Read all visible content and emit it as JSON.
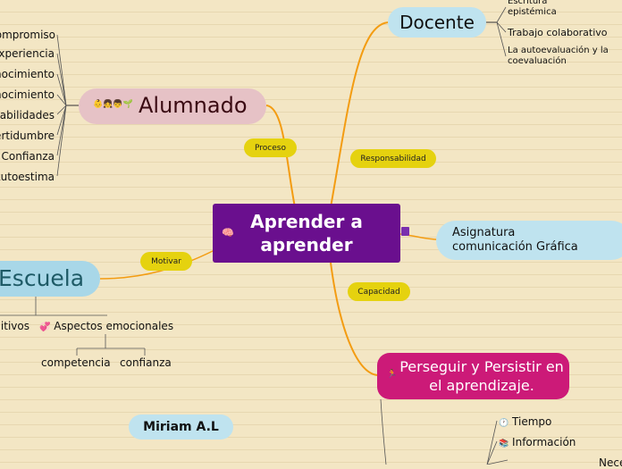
{
  "central": {
    "title": "Aprender a aprender"
  },
  "alumnado": {
    "label": "Alumnado",
    "icons": "👶👧👦🌱",
    "items": [
      "Compromiso",
      "Experiencia",
      "Conocimiento",
      "Conocimiento",
      "Habilidades",
      "Incertidumbre",
      "Confianza",
      "Autoestima"
    ]
  },
  "docente": {
    "label": "Docente",
    "items": [
      "Escritura epistémica",
      "Trabajo colaborativo",
      "La autoevaluación y la coevaluación"
    ]
  },
  "asignatura": {
    "label": "Asignatura comunicación Gráfica"
  },
  "escuela": {
    "label": "Escuela",
    "items": [
      "Cognitivos",
      "Aspectos emocionales"
    ],
    "sub_items": [
      "competencia",
      "confianza"
    ]
  },
  "perseguir": {
    "label": "Perseguir y Persistir en el aprendizaje.",
    "items": [
      "Tiempo",
      "Información",
      "Nece"
    ]
  },
  "connectors": {
    "proceso": "Proceso",
    "responsabilidad": "Responsabilidad",
    "motivar": "Motivar",
    "capacidad": "Capacidad"
  },
  "author": "Miriam A.L"
}
